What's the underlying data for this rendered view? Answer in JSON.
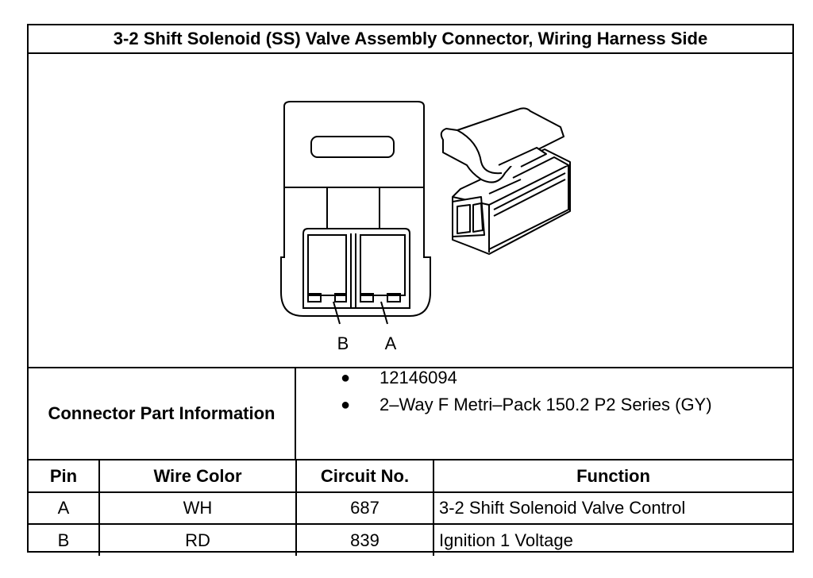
{
  "title": "3-2 Shift Solenoid (SS) Valve Assembly Connector, Wiring Harness Side",
  "diagram": {
    "pin_labels": [
      "B",
      "A"
    ],
    "icons": [
      "connector-face-view-icon",
      "connector-isometric-view-icon"
    ]
  },
  "connector_info": {
    "label": "Connector Part Information",
    "items": [
      "12146094",
      "2–Way F Metri–Pack 150.2 P2 Series (GY)"
    ]
  },
  "pin_table": {
    "headers": [
      "Pin",
      "Wire Color",
      "Circuit No.",
      "Function"
    ],
    "rows": [
      {
        "pin": "A",
        "wire_color": "WH",
        "circuit": "687",
        "function": "3-2 Shift Solenoid Valve Control"
      },
      {
        "pin": "B",
        "wire_color": "RD",
        "circuit": "839",
        "function": "Ignition 1 Voltage"
      }
    ]
  }
}
